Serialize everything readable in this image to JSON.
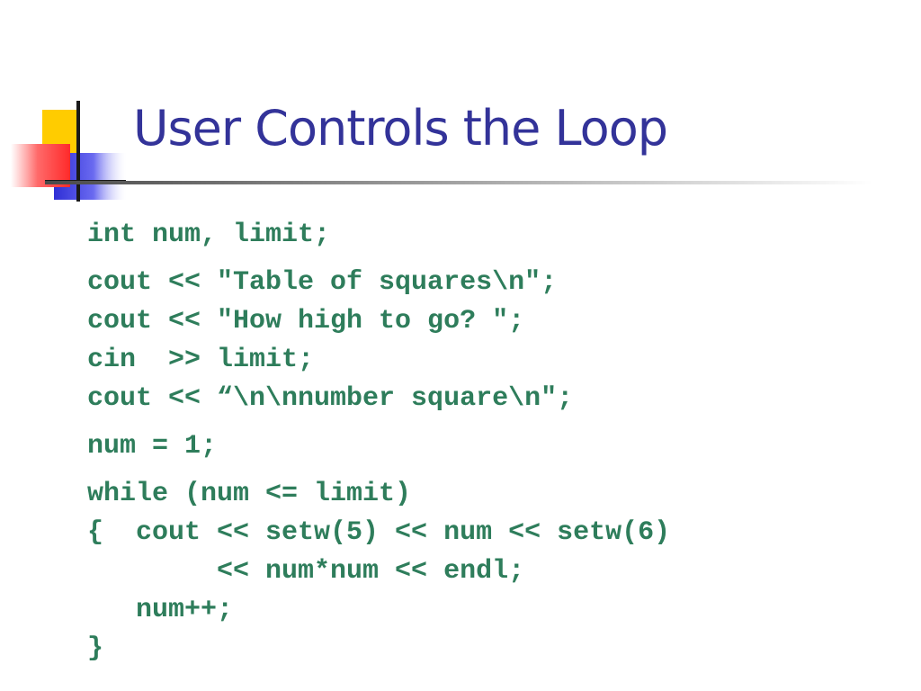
{
  "slide": {
    "title": "User Controls the Loop",
    "colors": {
      "title": "#333399",
      "code": "#2e7d5b",
      "rule_start": "#4a4a4a",
      "rule_end": "#ffffff",
      "deco_yellow": "#ffcc00",
      "deco_red": "#ff3b3b",
      "deco_blue": "#2f2fd6"
    },
    "code_blocks": [
      [
        "int num, limit;"
      ],
      [
        "cout << \"Table of squares\\n\";",
        "cout << \"How high to go? \";",
        "cin  >> limit;",
        "cout << “\\n\\nnumber square\\n\";"
      ],
      [
        "num = 1;"
      ],
      [
        "while (num <= limit)",
        "{  cout << setw(5) << num << setw(6)",
        "        << num*num << endl;",
        "   num++;",
        "}"
      ]
    ]
  }
}
